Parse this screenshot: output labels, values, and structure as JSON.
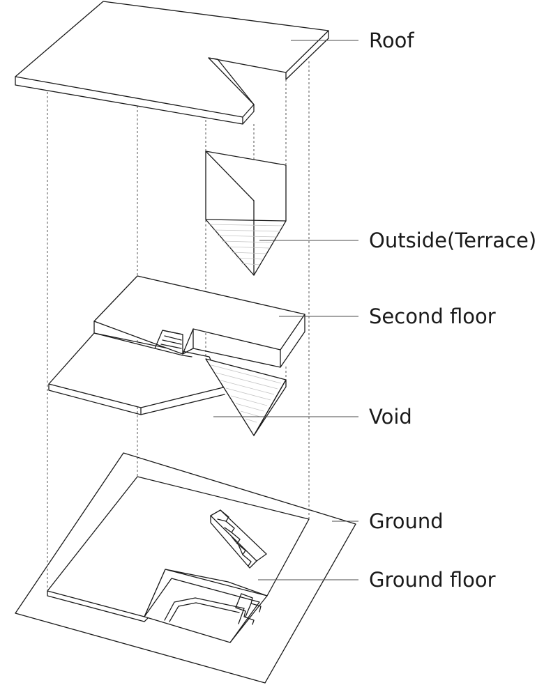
{
  "labels": {
    "roof": "Roof",
    "terrace": "Outside(Terrace)",
    "second_floor": "Second floor",
    "void": "Void",
    "ground": "Ground",
    "ground_floor": "Ground floor"
  },
  "colors": {
    "line": "#1a1a1a",
    "dashed_guides": "#555555",
    "hatch": "#c4c4c4",
    "background": "#ffffff"
  }
}
